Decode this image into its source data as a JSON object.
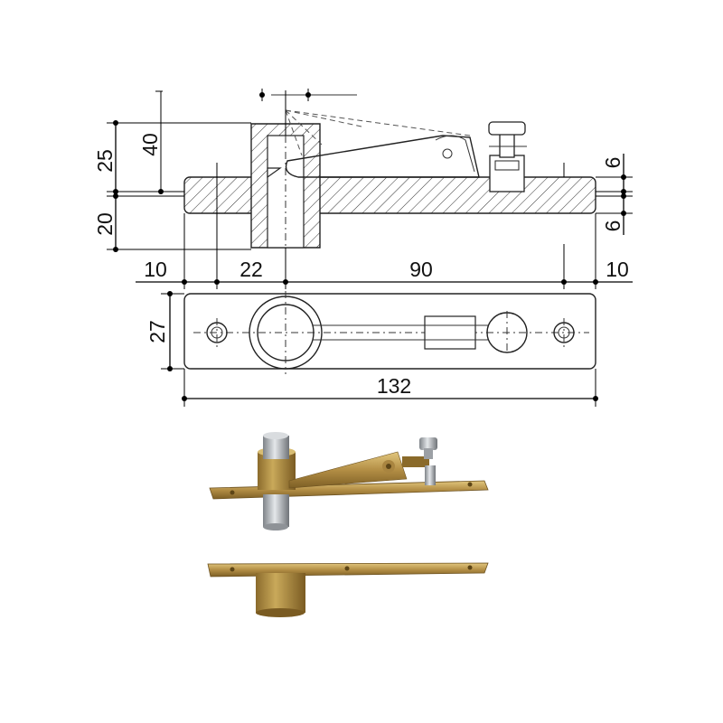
{
  "dimensions": {
    "left_height_upper": "25",
    "left_height_total": "40",
    "left_height_lower": "20",
    "right_height_upper": "6",
    "right_height_lower": "6",
    "margin_left": "10",
    "spindle_offset": "22",
    "center_distance": "90",
    "margin_right": "10",
    "plate_width": "27",
    "plate_length": "132"
  },
  "colors": {
    "brass_light": "#c9a95a",
    "brass_dark": "#8a6a2a",
    "steel": "#b8bcc2",
    "line": "#222222"
  }
}
